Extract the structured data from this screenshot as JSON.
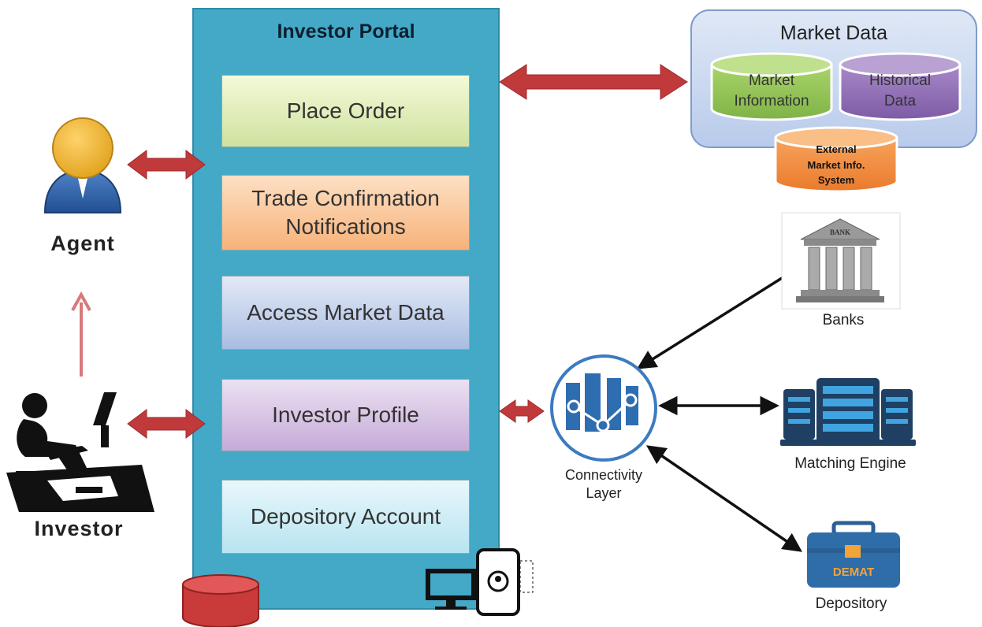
{
  "portal": {
    "title": "Investor Portal",
    "modules": {
      "place_order": "Place Order",
      "trade_confirmation_line1": "Trade Confirmation",
      "trade_confirmation_line2": "Notifications",
      "access_market_data": "Access Market Data",
      "investor_profile": "Investor Profile",
      "depository_account": "Depository Account"
    }
  },
  "market_data": {
    "title": "Market Data",
    "market_information_line1": "Market",
    "market_information_line2": "Information",
    "historical_data_line1": "Historical",
    "historical_data_line2": "Data",
    "external_line1": "External",
    "external_line2": "Market Info.",
    "external_line3": "System"
  },
  "actors": {
    "agent": "Agent",
    "investor": "Investor"
  },
  "external_systems": {
    "banks": "Banks",
    "bank_sign": "BANK",
    "matching_engine": "Matching Engine",
    "depository": "Depository",
    "demat": "DEMAT",
    "connectivity_line1": "Connectivity",
    "connectivity_line2": "Layer"
  },
  "colors": {
    "portal": "#43a9c7",
    "connector_red": "#c0393b",
    "market_information": "#8bbf4e",
    "historical_data": "#8c6bb1",
    "external_system": "#f08a3c",
    "depository": "#2f6da8",
    "database_red": "#c93a3a"
  },
  "icons": {
    "agent": "person-icon",
    "investor": "investor-desk-icon",
    "bank": "bank-icon",
    "matching_engine": "server-rack-icon",
    "depository": "briefcase-icon",
    "connectivity": "network-icon",
    "database": "database-icon",
    "devices": "devices-icon"
  }
}
